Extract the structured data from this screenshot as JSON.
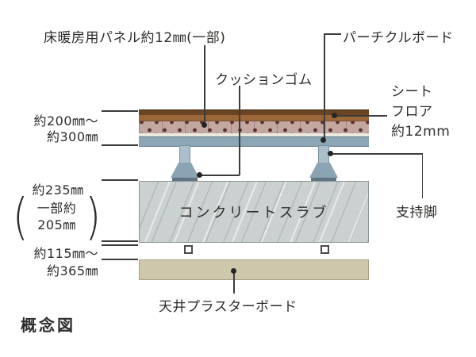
{
  "labels": {
    "heating_panel": "床暖房用パネル約12㎜(一部)",
    "particle_board": "パーチクルボード",
    "cushion_rubber": "クッションゴム",
    "sheet_floor": [
      "シート",
      "フロア",
      "約12mm"
    ],
    "support_leg": "支持脚",
    "concrete_slab": "コンクリートスラブ",
    "ceiling_board": "天井プラスターボード",
    "caption": "概念図"
  },
  "dimensions": {
    "floor_height": [
      "約200㎜〜",
      "約300㎜"
    ],
    "slab_thickness": "約235㎜",
    "slab_partial": [
      "一部約",
      "205㎜"
    ],
    "ceiling_cavity": [
      "約115㎜〜",
      "約365㎜"
    ]
  },
  "colors": {
    "floor_top": "#6b4423",
    "floor_bottom": "#9c6736",
    "panel": "#c3a8a2",
    "speck": "#5c3129",
    "board": "#8ba6b5",
    "cushion": "#5f7583",
    "slab": "#cbd1d1",
    "ceiling": "#cec7ab",
    "line": "#3c3c3c"
  }
}
